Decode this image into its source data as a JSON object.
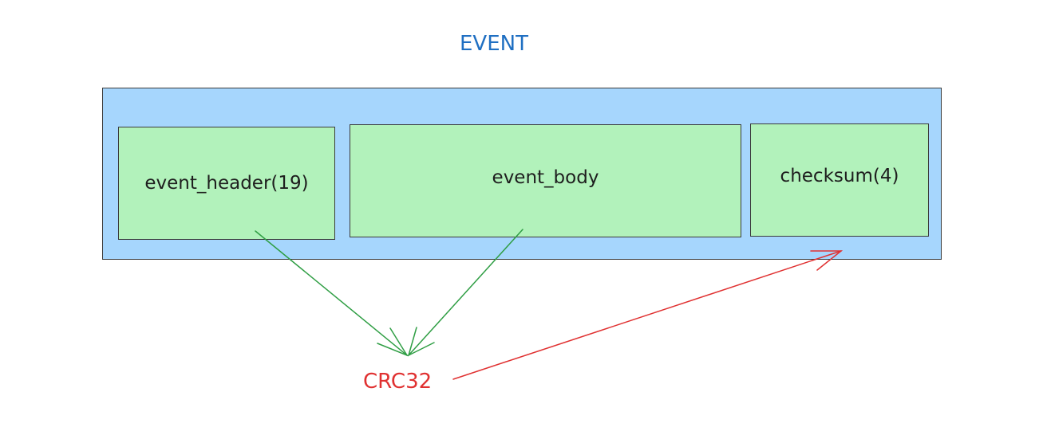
{
  "diagram": {
    "title": "EVENT",
    "fields": [
      {
        "label": "event_header(19)"
      },
      {
        "label": "event_body"
      },
      {
        "label": "checksum(4)"
      }
    ],
    "crc_label": "CRC32",
    "colors": {
      "title": "#1f6fc2",
      "container_fill": "#a6d6fd",
      "field_fill": "#b2f2bb",
      "stroke": "#3b3b3b",
      "input_arrow": "#2f9e44",
      "output_arrow": "#e03131"
    }
  }
}
